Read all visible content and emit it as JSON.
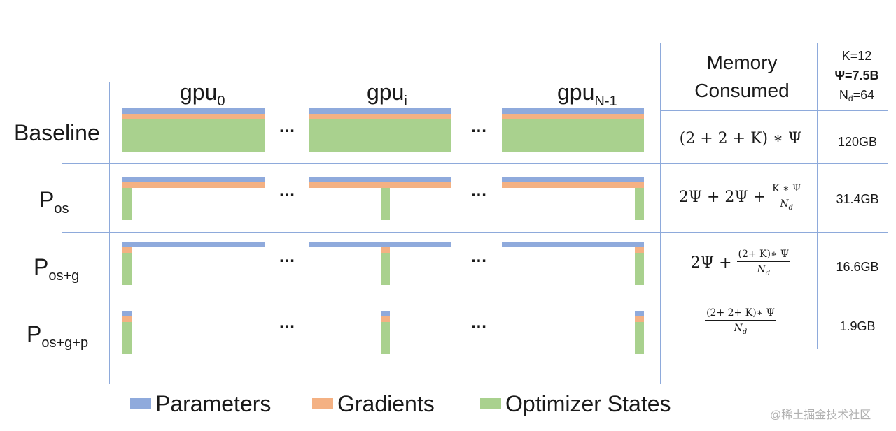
{
  "gpu_headers": [
    {
      "base": "gpu",
      "sub": "0"
    },
    {
      "base": "gpu",
      "sub": "i"
    },
    {
      "base": "gpu",
      "sub": "N-1"
    }
  ],
  "rows": [
    {
      "label": "Baseline",
      "sub": "",
      "formula_prefix": "(2 + 2 + K) ∗ Ψ",
      "frac_num": "",
      "frac_den": "",
      "value": "120GB"
    },
    {
      "label": "P",
      "sub": "os",
      "formula_prefix": "2Ψ + 2Ψ +",
      "frac_num": "K ∗ Ψ",
      "frac_den": "N_d",
      "value": "31.4GB"
    },
    {
      "label": "P",
      "sub": "os+g",
      "formula_prefix": "2Ψ +",
      "frac_num": "(2+ K)∗ Ψ",
      "frac_den": "N_d",
      "value": "16.6GB"
    },
    {
      "label": "P",
      "sub": "os+g+p",
      "formula_prefix": "",
      "frac_num": "(2+ 2+ K)∗ Ψ",
      "frac_den": "N_d",
      "value": "1.9GB"
    }
  ],
  "ellipsis": "…",
  "memory_header": {
    "line1": "Memory",
    "line2": "Consumed"
  },
  "config": {
    "k": "K=12",
    "psi": "Ψ=7.5B",
    "nd_base": "N",
    "nd_sub": "d",
    "nd_rest": "=64"
  },
  "legend": {
    "parameters": "Parameters",
    "gradients": "Gradients",
    "optimizer": "Optimizer States"
  },
  "colors": {
    "parameters": "#8faadc",
    "gradients": "#f4b183",
    "optimizer": "#a9d18e",
    "grid": "#8eaadb"
  },
  "watermark": "@稀土掘金技术社区"
}
